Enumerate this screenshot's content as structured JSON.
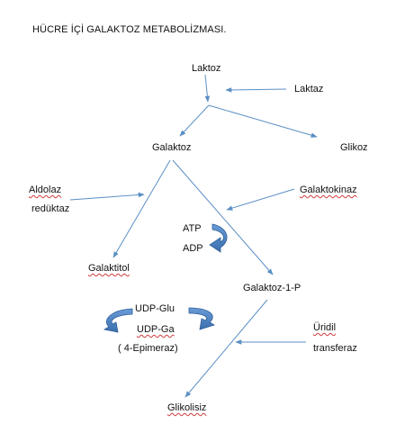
{
  "title": "HÜCRE İÇİ GALAKTOZ METABOLİZMASI.",
  "nodes": {
    "laktoz": "Laktoz",
    "laktaz": "Laktaz",
    "galaktoz": "Galaktoz",
    "glikoz": "Glikoz",
    "aldolaz": "Aldolaz",
    "reduktaz": "redüktaz",
    "galaktokinaz": "Galaktokinaz",
    "atp": "ATP",
    "adp": "ADP",
    "galaktitol": "Galaktitol",
    "galaktoz_1_p": "Galaktoz-1-P",
    "udp_glu": "UDP-Glu",
    "udp_ga": "UDP-Ga",
    "epimeraz": "( 4-Epimeraz)",
    "uridil": "Üridil",
    "transferaz": "transferaz",
    "glikolisiz": "Glikolisiz"
  },
  "colors": {
    "arrow": "#5b8fc4",
    "curved_arrow_fill": "#4a7fbf",
    "curved_arrow_dark": "#2e5f99",
    "text": "#111111",
    "spell_underline": "#d23b3b"
  }
}
